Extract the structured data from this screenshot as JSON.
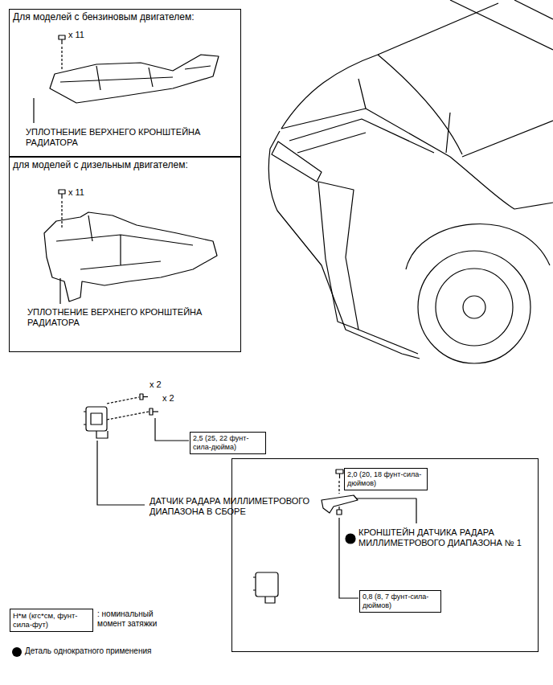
{
  "diagram": {
    "nodes": [
      {
        "text": [
          "Для моделей с бензиновым двигателем:",
          "x 11",
          "УПЛОТНЕНИЕ ВЕРХНЕГО КРОНШТЕЙНА РАДИАТОРА"
        ]
      },
      {
        "text": [
          "для моделей с дизельным двигателем:",
          "x 11",
          "УПЛОТНЕНИЕ ВЕРХНЕГО КРОНШТЕЙНА РАДИАТОРА"
        ]
      },
      {
        "text": [
          "2,5 (25, 22 фунт-сила-дюйма)"
        ]
      },
      {
        "text": [
          "КРОНШТЕЙН ДАТЧИКА РАДАРА МИЛЛИМЕТРОВОГО ДИАПАЗОНА № 1"
        ]
      },
      {
        "text": [
          "2,0 (20, 18 фунт-сила-дюймов)"
        ],
        "in": 3
      },
      {
        "text": [
          "0,8 (8, 7 фунт-сила-дюймов)"
        ],
        "in": 3
      },
      {
        "text": [
          "Н*м (кгс*см, фунт-сила-фут)"
        ]
      }
    ],
    "labels": [
      "x 2",
      "x 2",
      "ДАТЧИК РАДАРА МИЛЛИМЕТРОВОГО ДИАПАЗОНА В СБОРЕ"
    ],
    "legend": [
      {
        "text": ": номинальный момент затяжки"
      },
      {
        "text": "Деталь однократного применения",
        "color": "#000000"
      }
    ]
  }
}
